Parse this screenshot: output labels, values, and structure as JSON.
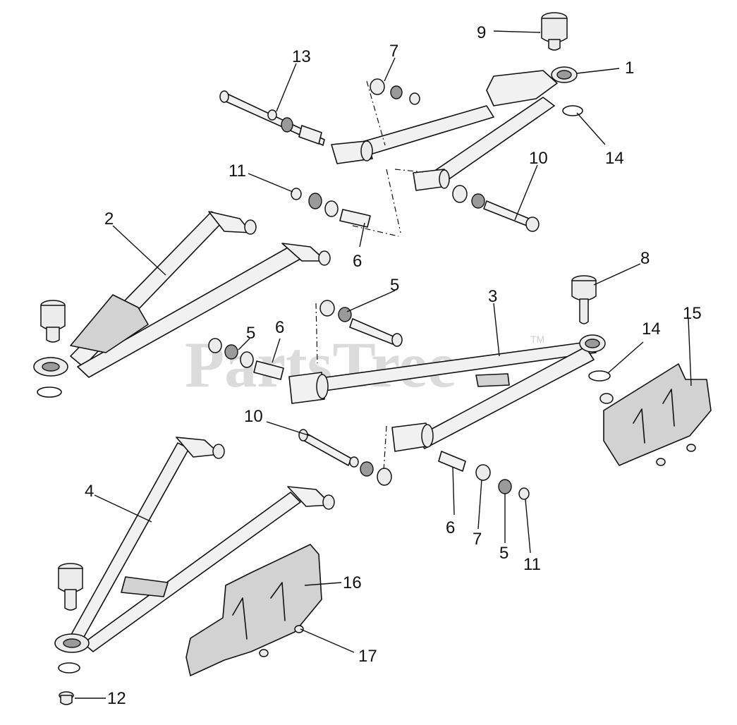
{
  "watermark": {
    "text": "PartsTree",
    "tm": "TM"
  },
  "callouts": [
    {
      "id": "c1",
      "label": "1"
    },
    {
      "id": "c2",
      "label": "2"
    },
    {
      "id": "c3",
      "label": "3"
    },
    {
      "id": "c4",
      "label": "4"
    },
    {
      "id": "c5a",
      "label": "5"
    },
    {
      "id": "c5b",
      "label": "5"
    },
    {
      "id": "c5c",
      "label": "5"
    },
    {
      "id": "c6a",
      "label": "6"
    },
    {
      "id": "c6b",
      "label": "6"
    },
    {
      "id": "c6c",
      "label": "6"
    },
    {
      "id": "c7a",
      "label": "7"
    },
    {
      "id": "c7b",
      "label": "7"
    },
    {
      "id": "c8",
      "label": "8"
    },
    {
      "id": "c9",
      "label": "9"
    },
    {
      "id": "c10a",
      "label": "10"
    },
    {
      "id": "c10b",
      "label": "10"
    },
    {
      "id": "c11a",
      "label": "11"
    },
    {
      "id": "c11b",
      "label": "11"
    },
    {
      "id": "c12",
      "label": "12"
    },
    {
      "id": "c13",
      "label": "13"
    },
    {
      "id": "c14a",
      "label": "14"
    },
    {
      "id": "c14b",
      "label": "14"
    },
    {
      "id": "c15",
      "label": "15"
    },
    {
      "id": "c16",
      "label": "16"
    },
    {
      "id": "c17",
      "label": "17"
    }
  ]
}
